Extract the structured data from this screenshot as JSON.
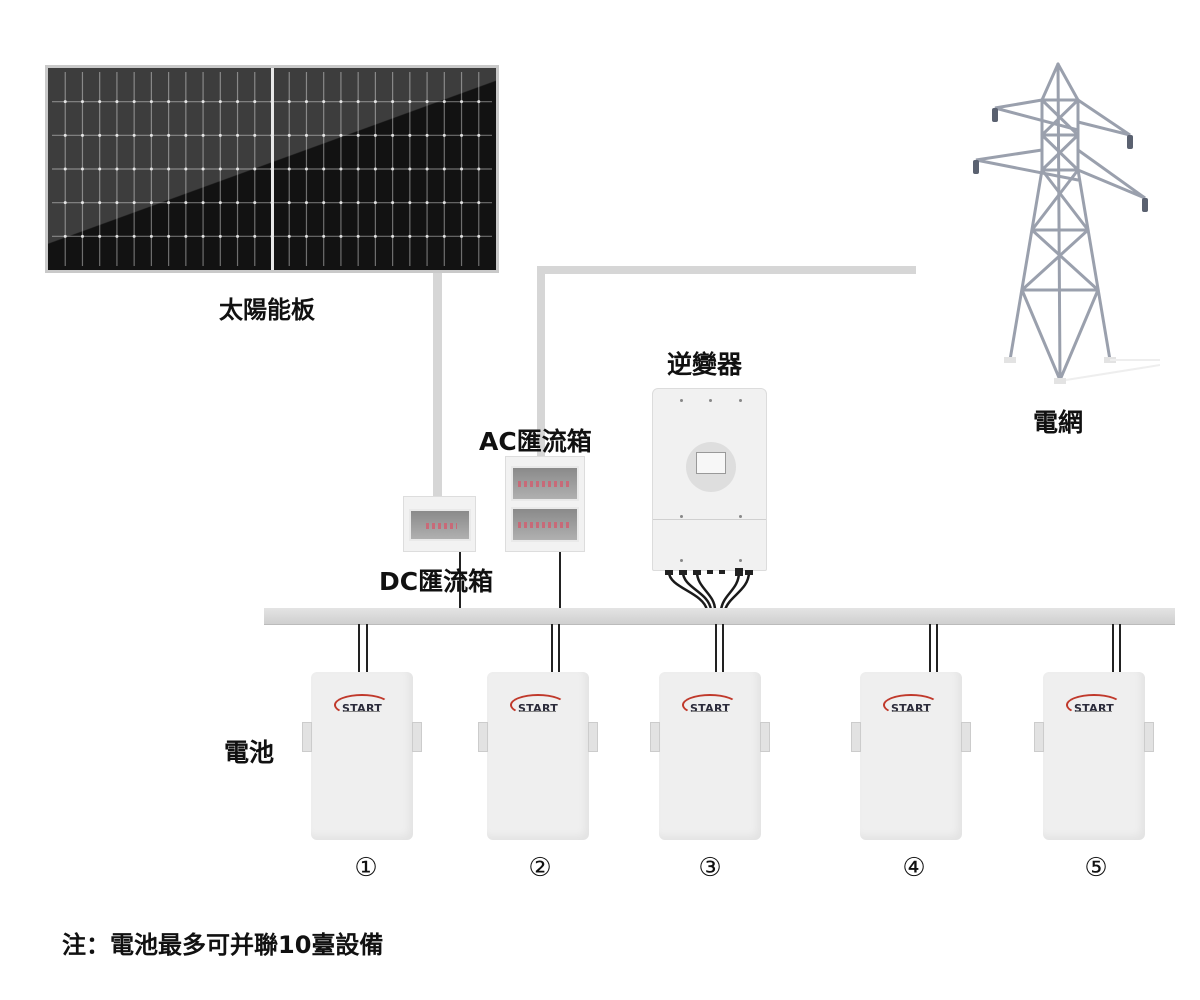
{
  "labels": {
    "solar_panel": "太陽能板",
    "ac_combiner": "AC匯流箱",
    "dc_combiner": "DC匯流箱",
    "inverter": "逆變器",
    "grid": "電網",
    "battery": "電池"
  },
  "batteries": [
    {
      "number": "①",
      "brand": "START"
    },
    {
      "number": "②",
      "brand": "START"
    },
    {
      "number": "③",
      "brand": "START"
    },
    {
      "number": "④",
      "brand": "START"
    },
    {
      "number": "⑤",
      "brand": "START"
    }
  ],
  "note": "注：電池最多可并聯10臺設備",
  "colors": {
    "wire_gray": "#d6d6d6",
    "brand_arc": "#c0392b",
    "panel_dark": "#121212"
  }
}
